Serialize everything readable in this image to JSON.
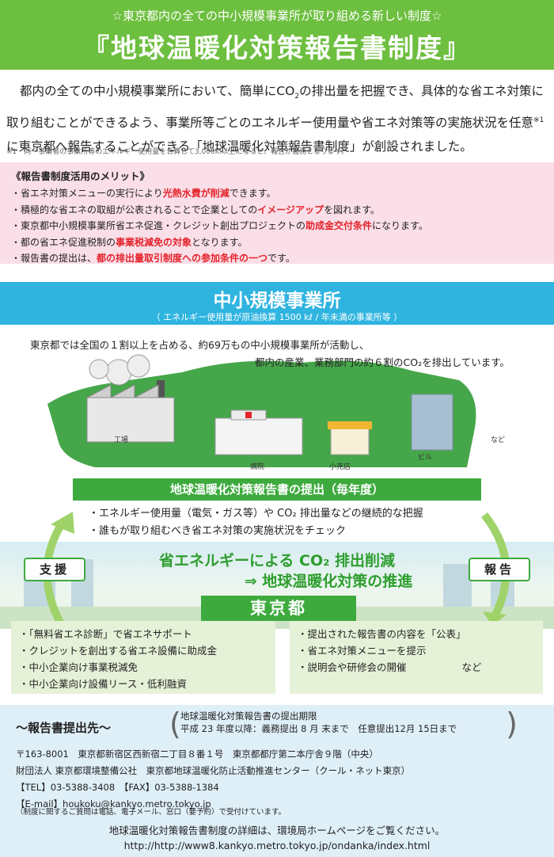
{
  "header": {
    "subtitle": "☆東京都内の全ての中小規模事業所が取り組める新しい制度☆",
    "title": "『地球温暖化対策報告書制度』"
  },
  "intro": {
    "p1": "都内の全ての中小規模事業所において、簡単にCO",
    "sub2": "2",
    "p2": "の排出量を把握でき、具体的な省エネ対策に取り組むことができるよう、事業所等ごとのエネルギー使用量や省エネ対策等の実施状況を任意",
    "sup": "※1",
    "p3": "に東京都へ報告することができる「地球温暖化対策報告書制度」が創設されました。",
    "footnote": "※1　同一事業者の事業所等のエネルギー使用量を合算して3,000kl以上になると、報告が義務となります。"
  },
  "merits": {
    "title": "《報告書制度活用のメリット》",
    "items": [
      {
        "a": "・省エネ対策メニューの実行により",
        "b": "光熱水費が削減",
        "c": "できます。"
      },
      {
        "a": "・積極的な省エネの取組が公表されることで企業としての",
        "b": "イメージアップ",
        "c": "を図れます。"
      },
      {
        "a": "・東京都中小規模事業所省エネ促進・クレジット創出プロジェクトの",
        "b": "助成金交付条件",
        "c": "になります。"
      },
      {
        "a": "・都の省エネ促進税制の",
        "b": "事業税減免の対象",
        "c": "となります。"
      },
      {
        "a": "・報告書の提出は、",
        "b": "都の排出量取引制度への参加条件の一つ",
        "c": "です。"
      }
    ]
  },
  "sme": {
    "title": "中小規模事業所",
    "subtitle": "（ エネルギー使用量が原油換算 1500 kℓ / 年未満の事業所等 ）",
    "text1": "東京都では全国の１割以上を占める、約69万もの中小規模事業所が活動し、",
    "text2": "都内の産業、業務部門の約６割のCO₂を排出しています。",
    "labels": {
      "factory": "工場",
      "hospital": "病院",
      "shop": "小売店",
      "building": "ビル",
      "etc": "など"
    }
  },
  "report": {
    "bar": "地球温暖化対策報告書の提出（毎年度）",
    "bullets": [
      "・エネルギー使用量（電気・ガス等）や CO₂ 排出量などの継続的な把握",
      "・誰もが取り組むべき省エネ対策の実施状況をチェック"
    ]
  },
  "center": {
    "line1": "省エネルギーによる CO₂ 排出削減",
    "line2": "⇒ 地球温暖化対策の推進",
    "tokyo": "東京都",
    "support": "支援",
    "report": "報告"
  },
  "support_list": [
    "・「無料省エネ診断」で省エネサポート",
    "・クレジットを創出する省エネ設備に助成金",
    "・中小企業向け事業税減免",
    "・中小企業向け設備リース・低利融資"
  ],
  "report_list": [
    "・提出された報告書の内容を「公表」",
    "・省エネ対策メニューを提示",
    "・説明会や研修会の開催",
    "など"
  ],
  "submission": {
    "title": "～報告書提出先～",
    "deadline_title": "地球温暖化対策報告書の提出期限",
    "deadline": "平成 23 年度以降：義務提出 8 月 末まで　任意提出12月 15日まで",
    "addr1": "〒163-8001　東京都新宿区西新宿二丁目８番１号　東京都都庁第二本庁舎９階（中央）",
    "addr2": "財団法人 東京都環境整備公社　東京都地球温暖化防止活動推進センター（クール・ネット東京）",
    "tel": "【TEL】03-5388-3408　【FAX】03-5388-1384",
    "email": "【E-mail】houkoku@kankyo.metro.tokyo.jp",
    "note": "（制度に関するご質問は電話、電子メール、窓口（要予約）で受付けています。",
    "details": "地球温暖化対策報告書制度の詳細は、環境局ホームページをご覧ください。",
    "url": "http://http://www8.kankyo.metro.tokyo.jp/ondanka/index.html"
  },
  "colors": {
    "header_green": "#6dbf3f",
    "banner_blue": "#2fb4e0",
    "merit_pink": "#fadfe8",
    "accent_red": "#e4232b",
    "bar_green": "#3daa3d",
    "submit_blue": "#dfeff8"
  }
}
